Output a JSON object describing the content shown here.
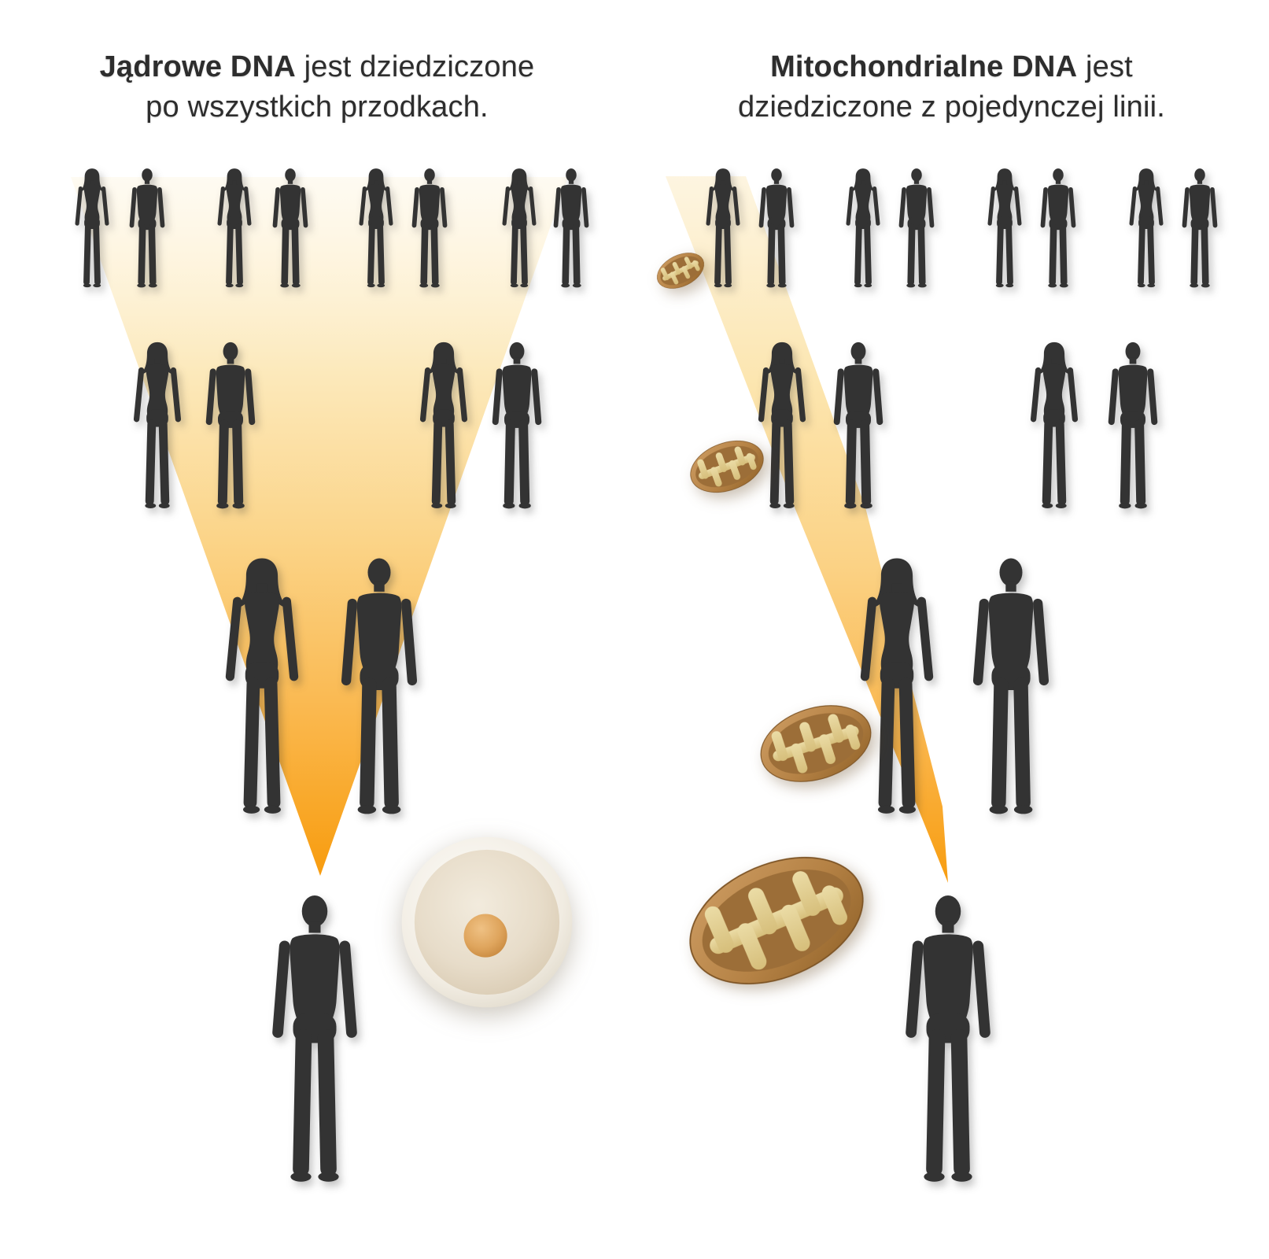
{
  "page": {
    "language": "pl",
    "background": "#FFFFFF",
    "kind": "genetics-inheritance-infographic"
  },
  "left_panel": {
    "title_bold": "Jądrowe DNA",
    "title_rest": " jest dziedziczone",
    "title_line2": "po wszystkich przodkach.",
    "generations": [
      {
        "row": 1,
        "couples": 4,
        "people": 8
      },
      {
        "row": 2,
        "couples": 2,
        "people": 4
      },
      {
        "row": 3,
        "couples": 1,
        "people": 2
      }
    ],
    "descendant": {
      "sex": "male",
      "count": 1
    },
    "funnel": "orange-gradient-triangle-converging-to-descendant",
    "illustration": "egg-cell-with-central-nucleus"
  },
  "right_panel": {
    "title_bold": "Mitochondrialne DNA",
    "title_rest": " jest",
    "title_line2": "dziedziczone z pojedynczej linii.",
    "generations": [
      {
        "row": 1,
        "couples": 4,
        "people": 8
      },
      {
        "row": 2,
        "couples": 2,
        "people": 4
      },
      {
        "row": 3,
        "couples": 1,
        "people": 2
      }
    ],
    "descendant": {
      "sex": "male",
      "count": 1
    },
    "beam": "orange-gradient-ray-through-maternal-line",
    "mitochondria": [
      {
        "size": "small"
      },
      {
        "size": "medium"
      },
      {
        "size": "large"
      },
      {
        "size": "x-large"
      }
    ]
  },
  "colors": {
    "background": "#FFFFFF",
    "figure_silhouette": "#333333",
    "text": "#2D2D2D",
    "funnel_top": "#FEF8E9",
    "funnel_mid": "#FBD488",
    "funnel_tip": "#F89C0F",
    "mito_outer_membrane": "#B58245",
    "mito_matrix": "#9C6E38",
    "mito_cristae": "#E2CE8F",
    "egg_shell": "#F1ECE2",
    "egg_cytoplasm": "#E7DCC9",
    "egg_nucleus": "#DFA55D"
  }
}
